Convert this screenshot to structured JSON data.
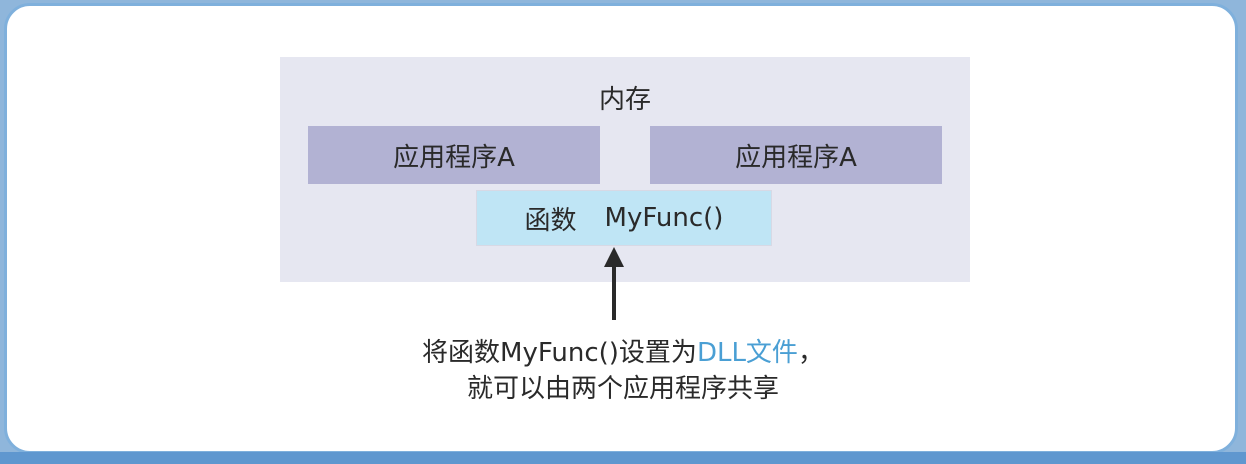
{
  "memory": {
    "title": "内存",
    "app_left": "应用程序A",
    "app_right": "应用程序A",
    "function_label": "函数",
    "function_name": "MyFunc()"
  },
  "caption": {
    "line1_before": "将函数MyFunc()设置为",
    "line1_highlight": "DLL文件",
    "line1_after": "，",
    "line2": "就可以由两个应用程序共享"
  },
  "colors": {
    "frame_border": "#7fb0dc",
    "memory_bg": "#e6e7f1",
    "app_bg": "#b2b2d3",
    "function_bg": "#bfe5f5",
    "highlight_text": "#4a9fd4"
  }
}
